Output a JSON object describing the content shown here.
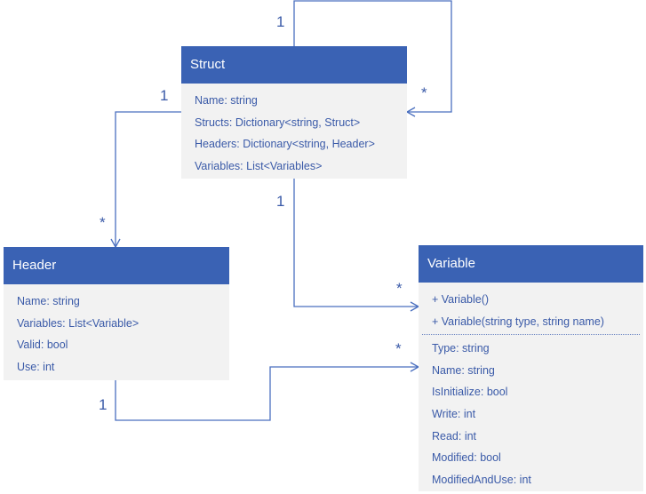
{
  "classes": {
    "struct": {
      "title": "Struct",
      "attributes": [
        "Name: string",
        "Structs: Dictionary<string, Struct>",
        "Headers: Dictionary<string, Header>",
        "Variables: List<Variables>"
      ]
    },
    "header": {
      "title": "Header",
      "attributes": [
        "Name: string",
        "Variables: List<Variable>",
        "Valid: bool",
        "Use: int"
      ]
    },
    "variable": {
      "title": "Variable",
      "methods": [
        "+ Variable()",
        "+ Variable(string type, string name)"
      ],
      "attributes": [
        "Type: string",
        "Name: string",
        "IsInitialize: bool",
        "Write: int",
        "Read: int",
        "Modified: bool",
        "ModifiedAndUse: int"
      ]
    }
  },
  "associations": {
    "struct_self": {
      "source": "1",
      "target": "*"
    },
    "struct_header": {
      "source": "1",
      "target": "*"
    },
    "struct_variable": {
      "source": "1",
      "target": "*"
    },
    "header_variable": {
      "source": "1",
      "target": "*"
    }
  },
  "colors": {
    "header_fill": "#3a62b4",
    "body_fill": "#f2f2f2",
    "line": "#4a6fbf",
    "text": "#3a5aa8"
  }
}
